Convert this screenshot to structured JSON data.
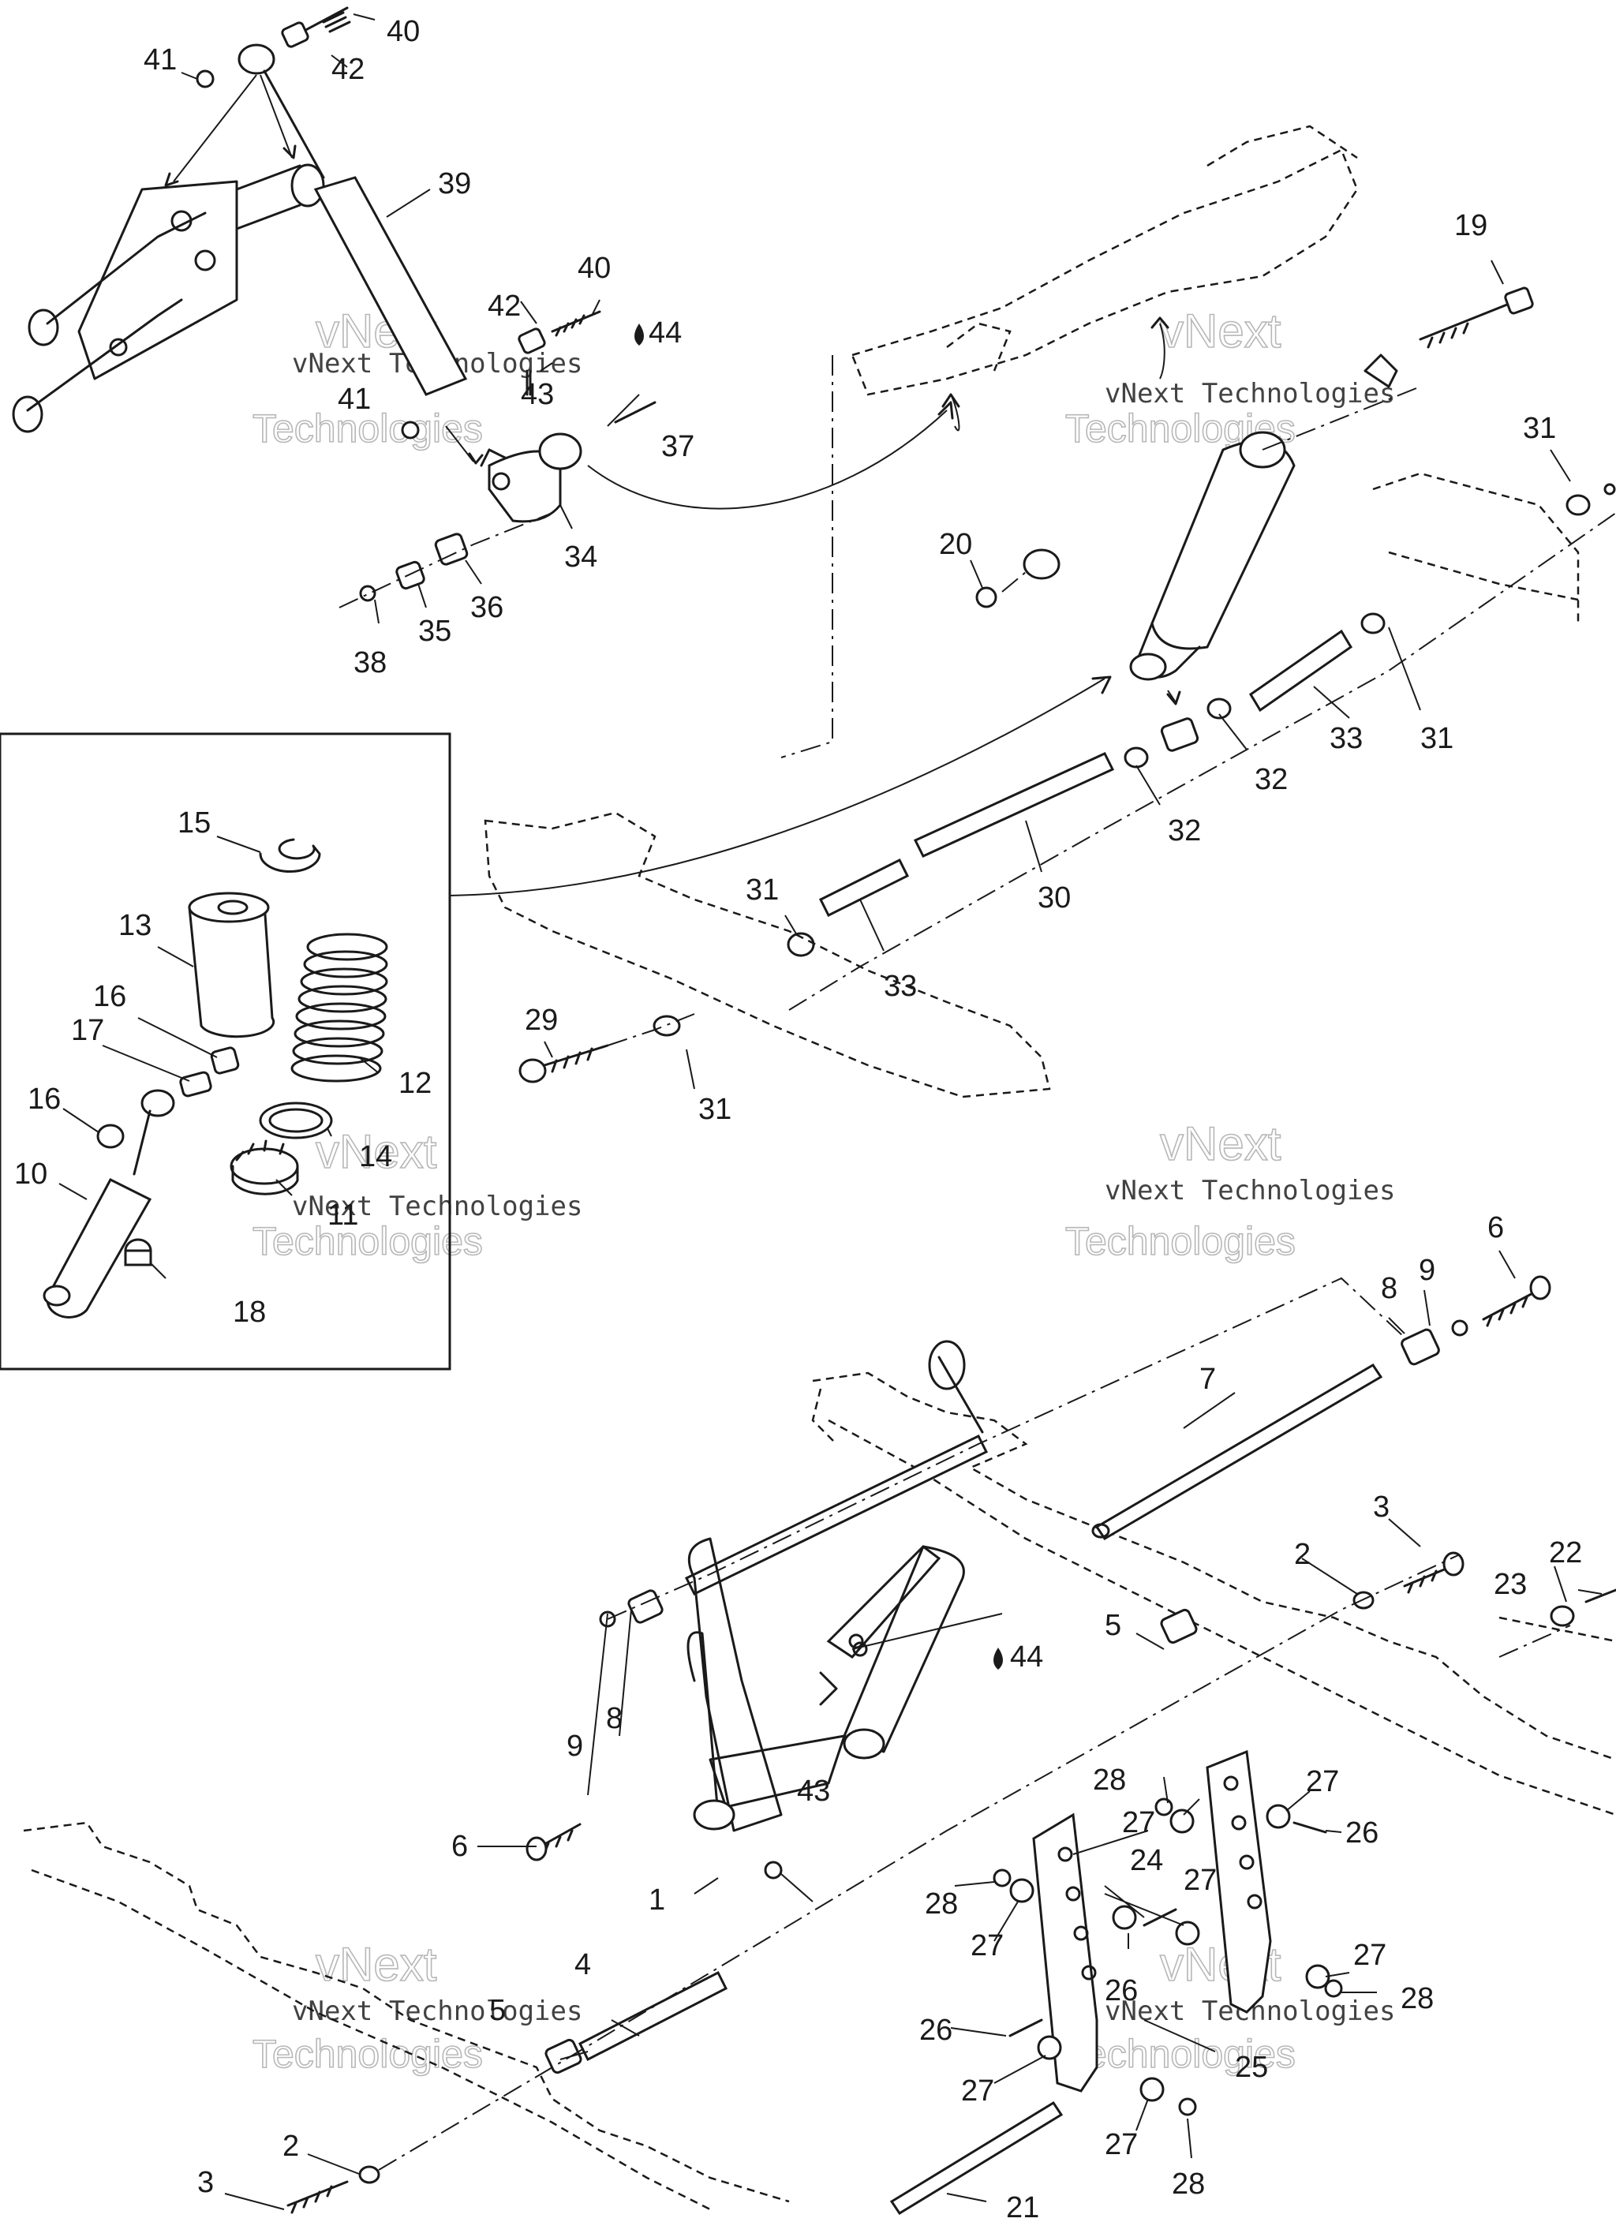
{
  "watermark": {
    "line1": "vNext",
    "line2": "vNext Technologies",
    "line3": "Technologies"
  },
  "lube_symbol": "44",
  "labels": {
    "l40a": "40",
    "l41a": "41",
    "l42a": "42",
    "l39": "39",
    "l40b": "40",
    "l42b": "42",
    "l44a": "44",
    "l41b": "41",
    "l43a": "43",
    "l37": "37",
    "l34": "34",
    "l36": "36",
    "l35": "35",
    "l38": "38",
    "l19": "19",
    "l31a": "31",
    "l20": "20",
    "l33a": "33",
    "l31b": "31",
    "l32a": "32",
    "l32b": "32",
    "l30": "30",
    "l31c": "31",
    "l33b": "33",
    "l29": "29",
    "l31d": "31",
    "l15": "15",
    "l13": "13",
    "l16a": "16",
    "l17": "17",
    "l12": "12",
    "l16b": "16",
    "l14": "14",
    "l10": "10",
    "l11": "11",
    "l18": "18",
    "l6a": "6",
    "l9a": "9",
    "l8a": "8",
    "l7": "7",
    "l3a": "3",
    "l2a": "2",
    "l22": "22",
    "l23": "23",
    "l5a": "5",
    "l44b": "44",
    "l9b": "9",
    "l8b": "8",
    "l28a": "28",
    "l27a": "27",
    "l27b": "27",
    "l26a": "26",
    "l6b": "6",
    "l43b": "43",
    "l24": "24",
    "l27c": "27",
    "l1": "1",
    "l28b": "28",
    "l27d": "27",
    "l4": "4",
    "l26b": "26",
    "l27e": "27",
    "l28c": "28",
    "l5b": "5",
    "l26c": "26",
    "l25": "25",
    "l27f": "27",
    "l2b": "2",
    "l3b": "3",
    "l27g": "27",
    "l28d": "28",
    "l21": "21"
  }
}
